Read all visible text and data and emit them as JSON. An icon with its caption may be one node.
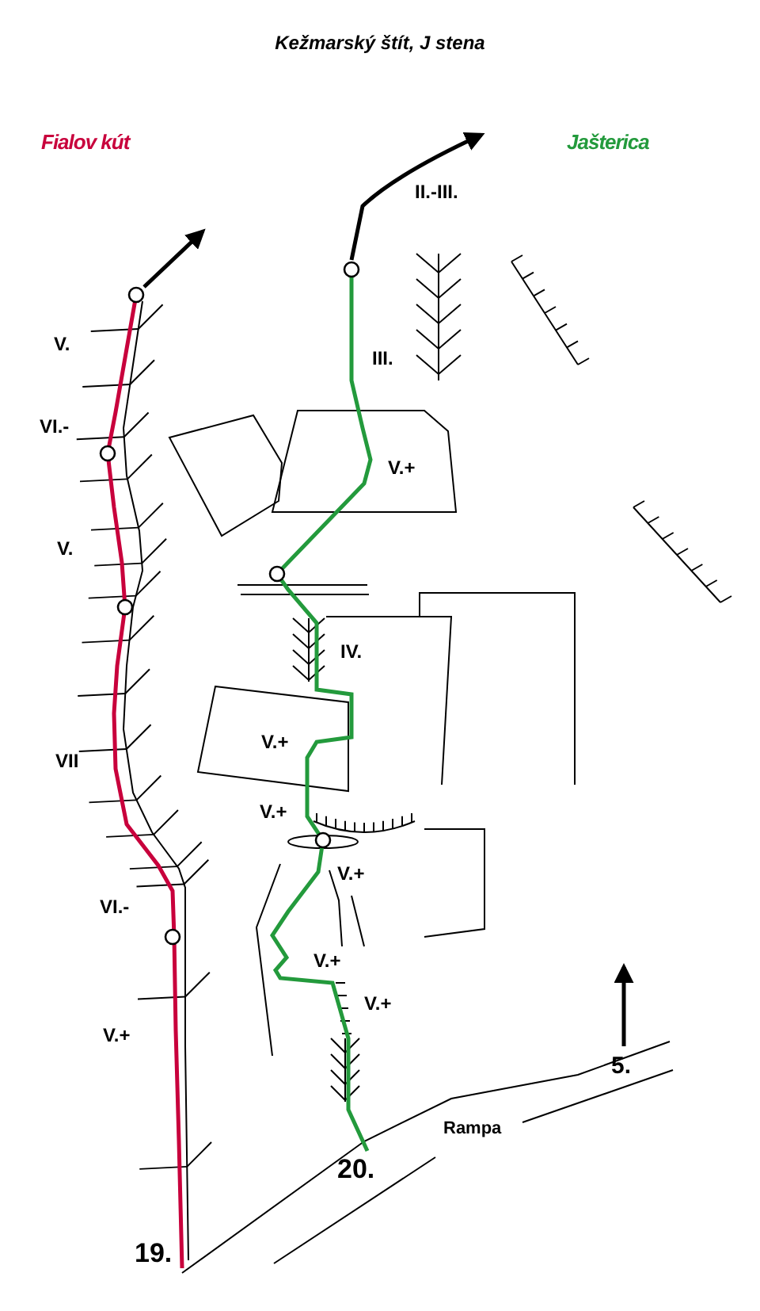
{
  "diagram": {
    "title": "Kežmarský štít, J stena",
    "labels": [
      "Fialov kút",
      "Jašterica",
      "II.-III.",
      "V.",
      "III.",
      "VI.-",
      "V.+",
      "V.",
      "IV.",
      "V.+",
      "VII",
      "V.+",
      "V.+",
      "VI.-",
      "V.+",
      "V.+",
      "V.+",
      "5.",
      "Rampa",
      "20.",
      "19."
    ]
  }
}
